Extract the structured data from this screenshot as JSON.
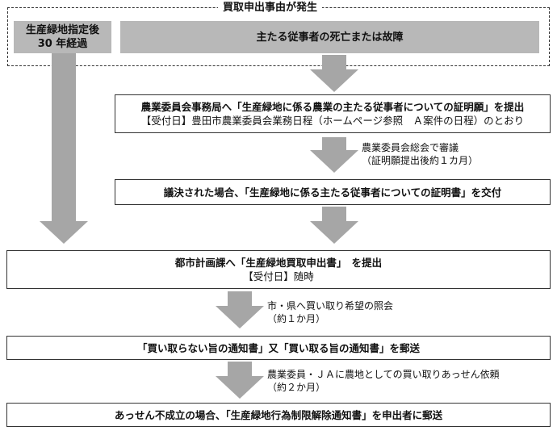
{
  "header": {
    "title": "買取申出事由が発生"
  },
  "cause_left": {
    "line1": "生産緑地指定後",
    "line2": "30 年経過"
  },
  "cause_right": {
    "label": "主たる従事者の死亡または故障"
  },
  "step1": {
    "main": "農業委員会事務局へ「生産緑地に係る農業の主たる従事者についての証明願」を提出",
    "sub": "【受付日】豊田市農業委員会業務日程（ホームページ参照　Ａ案件の日程）のとおり"
  },
  "note1": {
    "line1": "農業委員会総会で審議",
    "line2": "（証明願提出後約１カ月）"
  },
  "step2": {
    "main": "議決された場合、「生産緑地に係る主たる従事者についての証明書」を交付"
  },
  "step3": {
    "main": "都市計画課へ「生産緑地買取申出書」　を提出",
    "sub": "【受付日】随時"
  },
  "note3": {
    "line1": "市・県へ買い取り希望の照会",
    "line2": "（約１か月）"
  },
  "step4": {
    "main": "「買い取らない旨の通知書」又「買い取る旨の通知書」を郵送"
  },
  "note4": {
    "line1": "農業委員・ＪＡに農地としての買い取りあっせん依頼",
    "line2": "（約２か月）"
  },
  "step5": {
    "main": "あっせん不成立の場合、「生産緑地行為制限解除通知書」を申出者に郵送"
  },
  "colors": {
    "arrow": "#a6a6a6",
    "cause_fill": "#b8b8b8",
    "border": "#333333"
  }
}
